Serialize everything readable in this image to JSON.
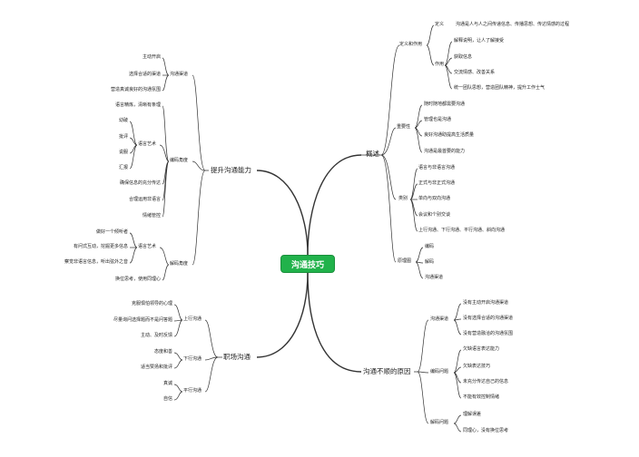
{
  "center": "沟通技巧",
  "right": {
    "overview": {
      "label": "概述",
      "definition": {
        "label": "定义和作用",
        "def_label": "定义",
        "def_text": "沟通是人与人之间传递信息、传播思想、传达情感的过程",
        "role_label": "作用",
        "roles": [
          "解释说明，让人了解接受",
          "获取信息",
          "交流情感、改善关系",
          "统一团队思想，营造团队精神，提升工作士气"
        ]
      },
      "importance": {
        "label": "重要性",
        "items": [
          "随时随地都需要沟通",
          "管理也是沟通",
          "良好沟通助提高生活质量",
          "沟通是最首要的能力"
        ]
      },
      "category": {
        "label": "类别",
        "items": [
          "语言与非语言沟通",
          "正式与非正式沟通",
          "单向与双向沟通",
          "会议和个别交谈",
          "上行沟通、下行沟通、平行沟通、斜向沟通"
        ]
      },
      "principle": {
        "label": "原理图",
        "items": [
          "编码",
          "解码",
          "沟通渠道"
        ]
      }
    },
    "causes": {
      "label": "沟通不顺的原因",
      "channel": {
        "label": "沟通渠道",
        "items": [
          "没有主动开启沟通渠道",
          "没有选择合适的沟通渠道",
          "没有营造融洽的沟通氛围"
        ]
      },
      "encoding": {
        "label": "编码问题",
        "items": [
          "欠缺语言表达能力",
          "欠缺表达技巧",
          "未充分传达自己的信息",
          "不能有效控制情绪"
        ]
      },
      "decoding": {
        "label": "解码问题",
        "items": [
          "理解误差",
          "同理心，没有换位思考"
        ]
      }
    }
  },
  "left": {
    "improve": {
      "label": "提升沟通能力",
      "channel": {
        "label": "沟通渠道",
        "items": [
          "主动开启",
          "选择合适的渠道",
          "营造真诚良好的沟通氛围"
        ]
      },
      "encoding": {
        "label": "编码角度",
        "clear": "语言精炼，清晰有条理",
        "art_label": "语言艺术",
        "art_items": [
          "幼破",
          "批评",
          "说服",
          "汇报"
        ],
        "confirm": "确保信息的充分传达",
        "nonverbal": "合理运用非语言",
        "emotion": "情绪管控"
      },
      "decoding": {
        "label": "解码角度",
        "art_label": "语言艺术",
        "art_items": [
          "做好一个倾听者",
          "有问式互动，挖掘更多信息",
          "察觉非语言信息，听出弦外之音"
        ],
        "empathy": "换位思考，使用同理心"
      }
    },
    "workplace": {
      "label": "职场沟通",
      "up": {
        "label": "上行沟通",
        "items": [
          "克服惧怕领导的心理",
          "尽量询问选择题而不是问答题",
          "主动、及时反馈"
        ]
      },
      "down": {
        "label": "下行沟通",
        "items": [
          "态度和善",
          "适当赞扬和批评"
        ]
      },
      "level": {
        "label": "平行沟通",
        "items": [
          "真诚",
          "自信"
        ]
      }
    }
  }
}
